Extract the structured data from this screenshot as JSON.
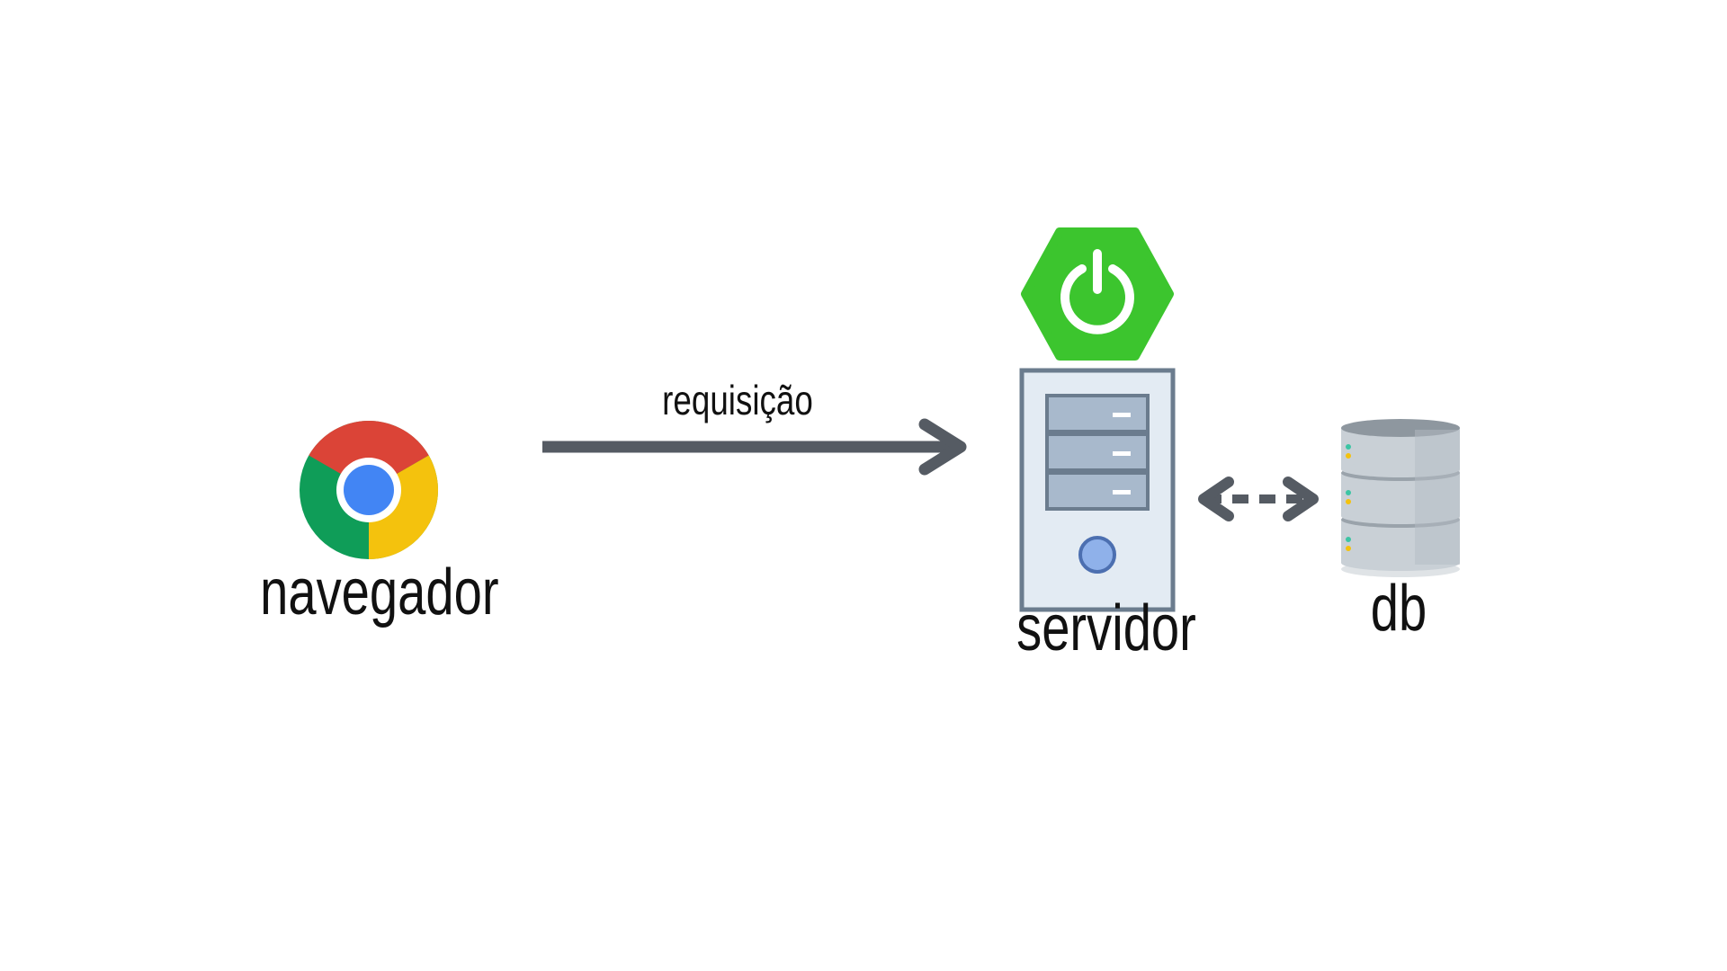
{
  "nodes": {
    "browser": {
      "label": "navegador",
      "icon": "chrome-logo-icon"
    },
    "server": {
      "label": "servidor",
      "icon": "server-tower-icon",
      "badge_icon": "spring-boot-power-icon"
    },
    "database": {
      "label": "db",
      "icon": "database-cylinder-icon"
    }
  },
  "edges": {
    "request": {
      "label": "requisição",
      "from": "browser",
      "to": "server",
      "style": "solid"
    },
    "server_db": {
      "from": "server",
      "to": "database",
      "style": "dashed",
      "direction": "both"
    }
  },
  "colors": {
    "arrow": "#555b63",
    "spring_green": "#3cc52e",
    "chrome_red": "#db4437",
    "chrome_yellow": "#f4c20d",
    "chrome_green": "#0f9d58",
    "chrome_blue": "#4285f4",
    "server_body": "#e3ebf3",
    "server_border": "#6b7c8e",
    "server_drive": "#a8b9cc",
    "db_silver": "#c9d0d6"
  }
}
